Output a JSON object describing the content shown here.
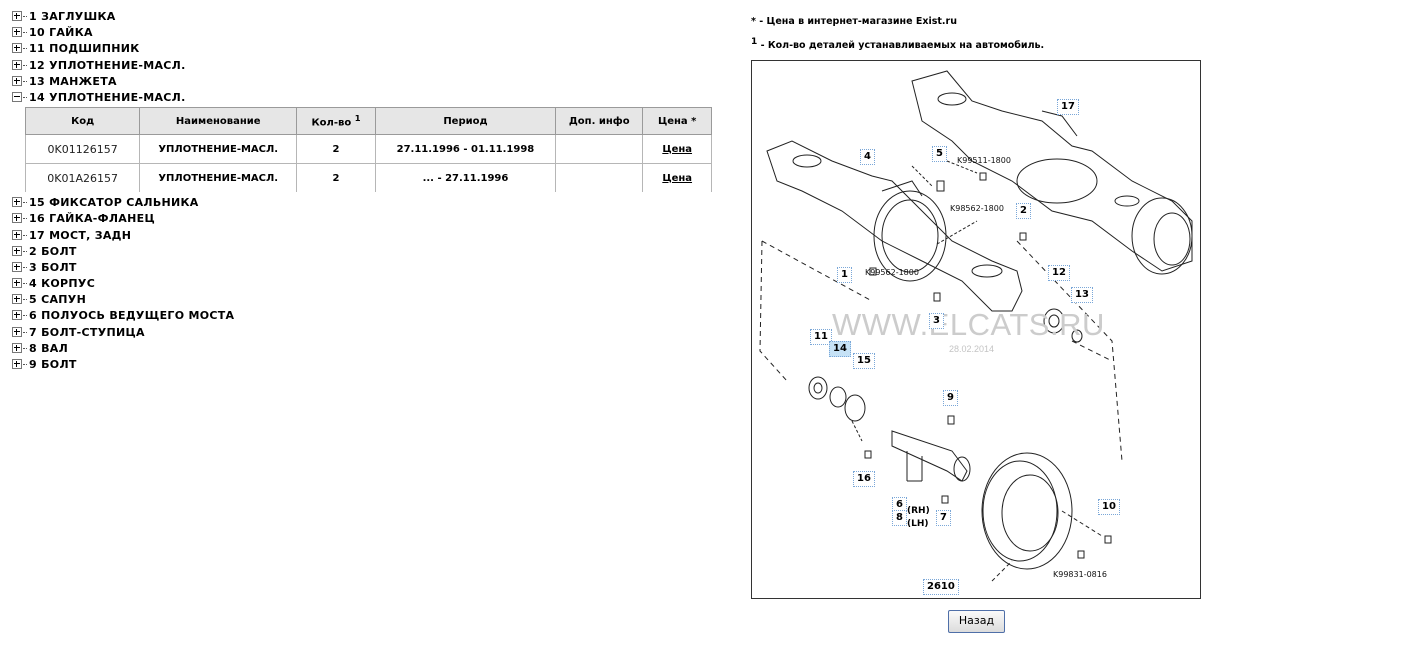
{
  "tree": {
    "items_before": [
      {
        "num": "1",
        "name": "ЗАГЛУШКА"
      },
      {
        "num": "10",
        "name": "ГАЙКА"
      },
      {
        "num": "11",
        "name": "ПОДШИПНИК"
      },
      {
        "num": "12",
        "name": "УПЛОТНЕНИЕ-МАСЛ."
      },
      {
        "num": "13",
        "name": "МАНЖЕТА"
      }
    ],
    "expanded": {
      "num": "14",
      "name": "УПЛОТНЕНИЕ-МАСЛ."
    },
    "items_after": [
      {
        "num": "15",
        "name": "ФИКСАТОР САЛЬНИКА"
      },
      {
        "num": "16",
        "name": "ГАЙКА-ФЛАНЕЦ"
      },
      {
        "num": "17",
        "name": "МОСТ, ЗАДН"
      },
      {
        "num": "2",
        "name": "БОЛТ"
      },
      {
        "num": "3",
        "name": "БОЛТ"
      },
      {
        "num": "4",
        "name": "КОРПУС"
      },
      {
        "num": "5",
        "name": "САПУН"
      },
      {
        "num": "6",
        "name": "ПОЛУОСЬ ВЕДУЩЕГО МОСТА"
      },
      {
        "num": "7",
        "name": "БОЛТ-СТУПИЦА"
      },
      {
        "num": "8",
        "name": "ВАЛ"
      },
      {
        "num": "9",
        "name": "БОЛТ"
      }
    ]
  },
  "table": {
    "headers": {
      "code": "Код",
      "name": "Наименование",
      "qty": "Кол-во",
      "qty_sup": "1",
      "period": "Период",
      "info": "Доп. инфо",
      "price": "Цена *"
    },
    "rows": [
      {
        "code": "0K01126157",
        "name": "УПЛОТНЕНИЕ-МАСЛ.",
        "qty": "2",
        "period": "27.11.1996 - 01.11.1998",
        "info": "",
        "price": "Цена"
      },
      {
        "code": "0K01A26157",
        "name": "УПЛОТНЕНИЕ-МАСЛ.",
        "qty": "2",
        "period": "... - 27.11.1996",
        "info": "",
        "price": "Цена"
      }
    ]
  },
  "notes": {
    "star": "* - Цена в интернет-магазине Exist.ru",
    "one_sup": "1",
    "one_text": " - Кол-во деталей устанавливаемых на автомобиль."
  },
  "diagram": {
    "watermark": "WWW.ELCATS.RU",
    "watermark_date": "28.02.2014",
    "selected_callout": "14",
    "callouts": [
      "17",
      "4",
      "5",
      "2",
      "1",
      "12",
      "13",
      "3",
      "11",
      "14",
      "15",
      "9",
      "16",
      "6",
      "8",
      "7",
      "10",
      "2610"
    ],
    "part_numbers": [
      "K99511-1800",
      "K98562-1800",
      "K99562-1800",
      "K99831-0816"
    ],
    "side_labels": {
      "rh": "(RH)",
      "lh": "(LH)"
    }
  },
  "back_button": "Назад"
}
